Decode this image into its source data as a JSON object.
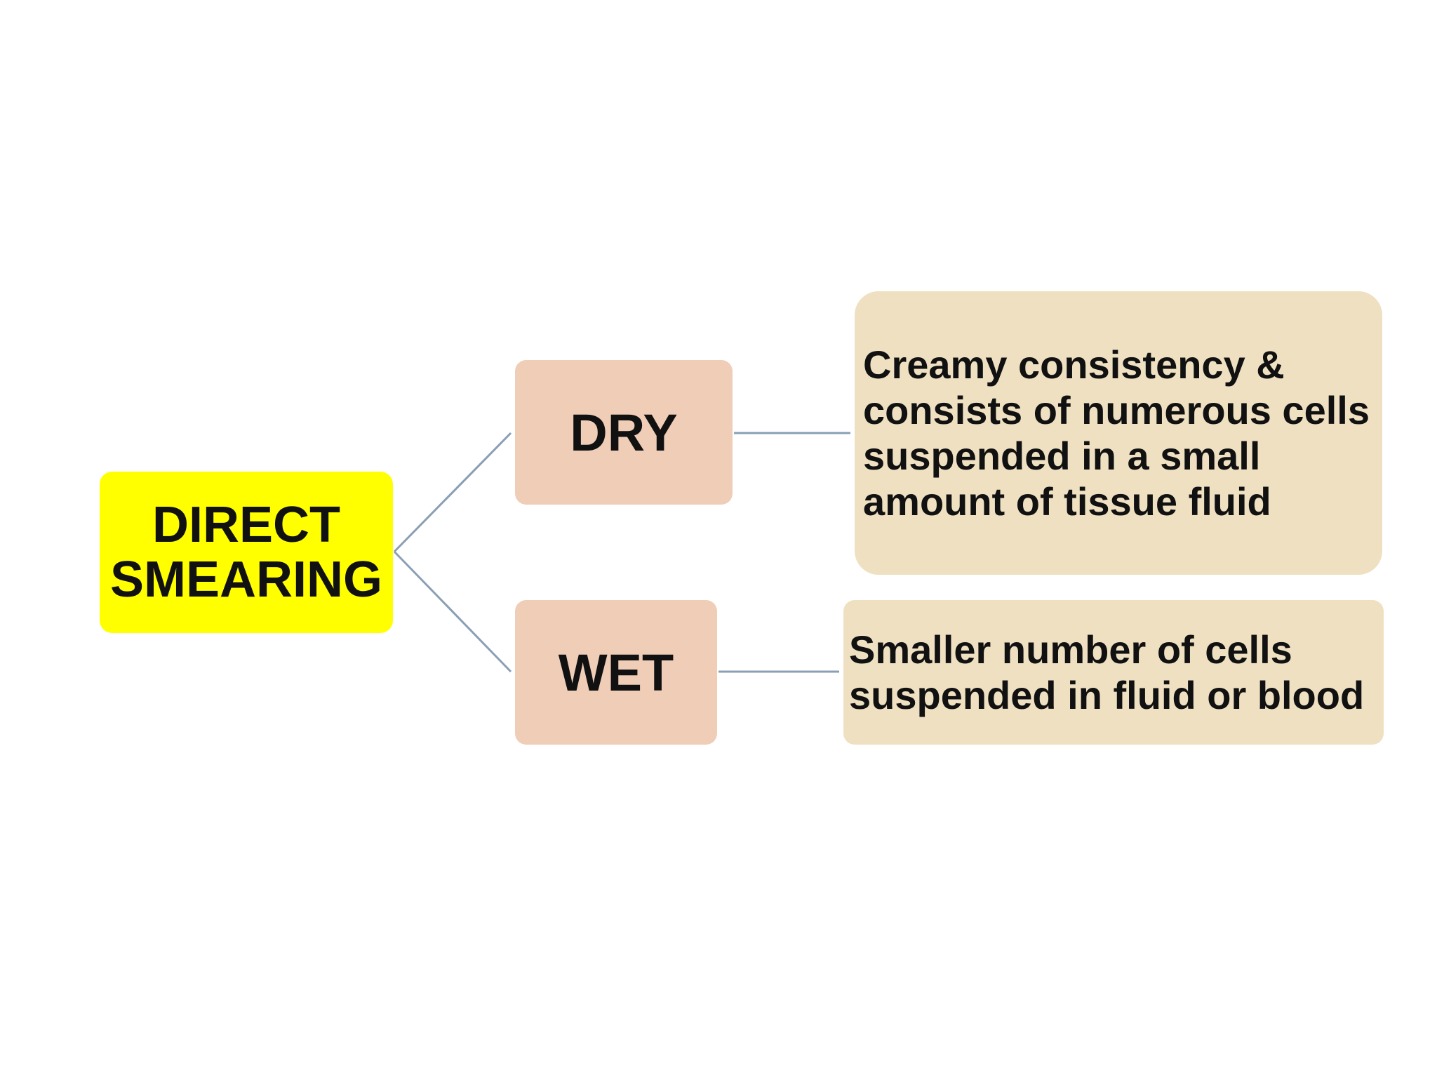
{
  "diagram": {
    "root": {
      "label_line1": "DIRECT",
      "label_line2": "SMEARING"
    },
    "branches": [
      {
        "label": "DRY",
        "description": "Creamy consistency & consists of numerous cells suspended in a small amount of tissue fluid"
      },
      {
        "label": "WET",
        "description": "Smaller number of cells suspended in fluid or blood"
      }
    ]
  },
  "colors": {
    "root_fill": "#ffff00",
    "branch_fill": "#f0cdb6",
    "description_fill": "#efe0c2",
    "connector": "#8a9fb4",
    "text": "#111111"
  }
}
